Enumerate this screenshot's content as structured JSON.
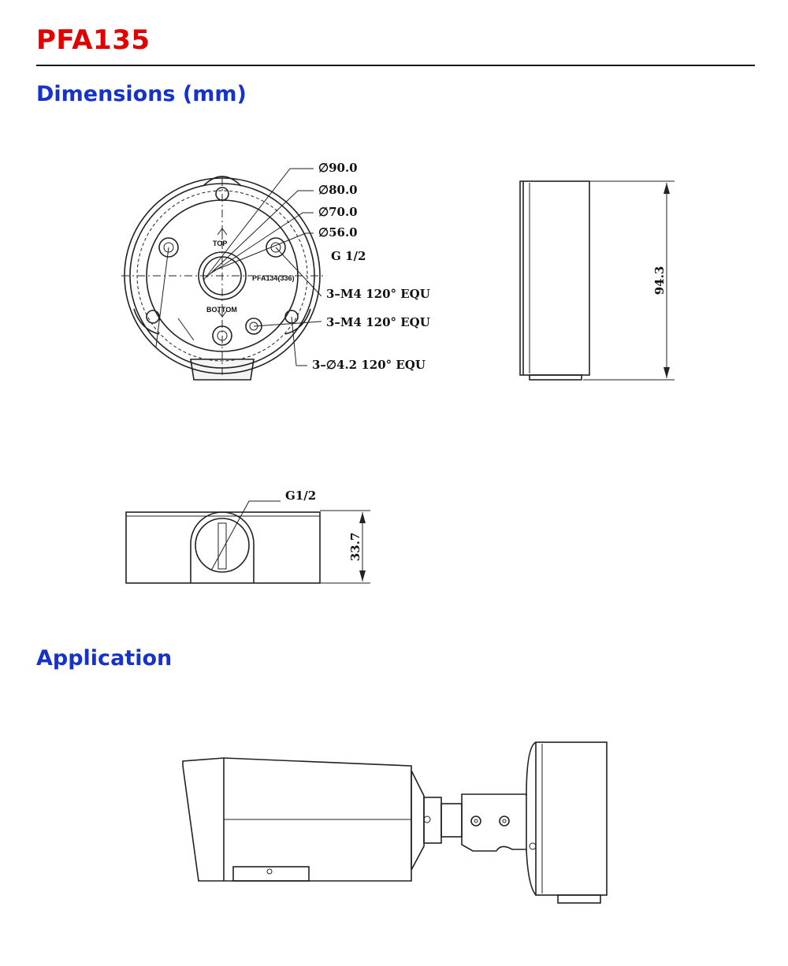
{
  "header": {
    "title": "PFA135",
    "title_color": "#e00000",
    "heading_color": "#1533c9"
  },
  "sections": {
    "dimensions": {
      "heading": "Dimensions (mm)"
    },
    "application": {
      "heading": "Application"
    }
  },
  "front_view": {
    "callouts": [
      "∅90.0",
      "∅80.0",
      "∅70.0",
      "∅56.0",
      "G 1/2",
      "3–M4 120° EQU",
      "3–M4 120° EQU",
      "3–∅4.2 120° EQU"
    ],
    "top_mark": "TOP",
    "bottom_mark": "BOTTOM",
    "model_mark": "PFA134(336)"
  },
  "side_view": {
    "height_label": "94.3"
  },
  "bottom_view": {
    "thread_label": "G1/2",
    "height_label": "33.7"
  }
}
